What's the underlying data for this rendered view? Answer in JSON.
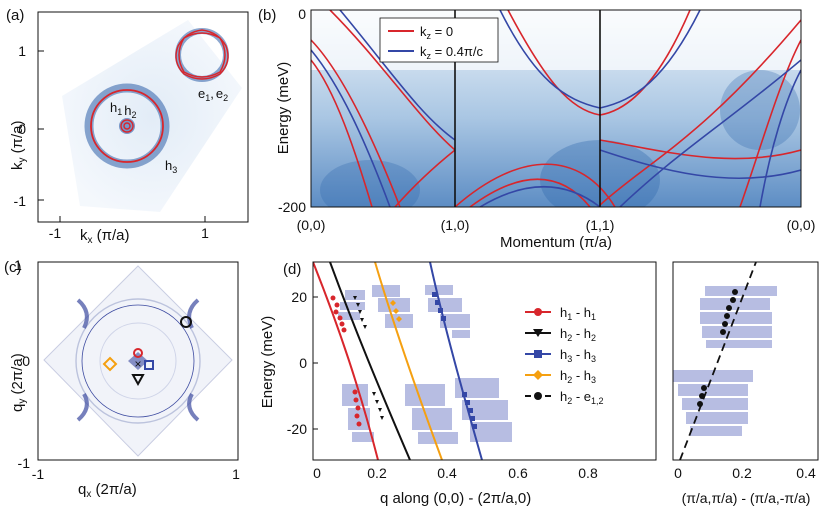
{
  "panels": {
    "a": {
      "label": "(a)",
      "x_label": "k",
      "x_sub": "x",
      "x_unit": " (π/a)",
      "y_label": "k",
      "y_sub": "y",
      "y_unit": " (π/a)",
      "x_ticks": [
        "-1",
        "1"
      ],
      "y_ticks": [
        "1",
        "0",
        "-1"
      ],
      "annotations": {
        "h": "h",
        "h1_sub": "1",
        "h2_sub": "2",
        "h3": "h",
        "h3_sub": "3",
        "e": "e",
        "e1_sub": "1",
        "e2_sub": "2",
        "comma": ","
      }
    },
    "b": {
      "label": "(b)",
      "y_label": "Energy (meV)",
      "x_label": "Momentum (π/a)",
      "y_ticks": [
        "0",
        "-200"
      ],
      "x_ticks": [
        "(0,0)",
        "(1,0)",
        "(1,1)",
        "(0,0)"
      ],
      "legend": [
        {
          "prefix": "k",
          "sub": "z",
          "text": " = 0",
          "color": "#d8262c"
        },
        {
          "prefix": "k",
          "sub": "z",
          "text": " = 0.4π/c",
          "color": "#3447a6"
        }
      ]
    },
    "c": {
      "label": "(c)",
      "x_label": "q",
      "x_sub": "x",
      "x_unit": " (2π/a)",
      "y_label": "q",
      "y_sub": "y",
      "y_unit": " (2π/a)",
      "x_ticks": [
        "-1",
        "1"
      ],
      "y_ticks": [
        "1",
        "0",
        "-1"
      ]
    },
    "d": {
      "label": "(d)",
      "y_label": "Energy (meV)",
      "x_label": "q along (0,0) - (2π/a,0)",
      "x_ticks": [
        "0",
        "0.2",
        "0.4",
        "0.6",
        "0.8"
      ],
      "y_ticks": [
        "20",
        "0",
        "-20"
      ],
      "legend": [
        {
          "a": "h",
          "asub": "1",
          "b": " - h",
          "bsub": "1",
          "color": "#d8262c",
          "marker": "circle"
        },
        {
          "a": "h",
          "asub": "2",
          "b": " - h",
          "bsub": "2",
          "color": "#111111",
          "marker": "triangle"
        },
        {
          "a": "h",
          "asub": "3",
          "b": " - h",
          "bsub": "3",
          "color": "#3447a6",
          "marker": "square"
        },
        {
          "a": "h",
          "asub": "2",
          "b": " - h",
          "bsub": "3",
          "color": "#f5a011",
          "marker": "diamond"
        },
        {
          "a": "h",
          "asub": "2",
          "b": " - e",
          "bsub": "1,2",
          "color": "#111111",
          "marker": "dot-dashed"
        }
      ]
    },
    "e": {
      "x_label": "(π/a,π/a) - (π/a,-π/a)",
      "x_ticks": [
        "0",
        "0.2",
        "0.4"
      ]
    }
  }
}
